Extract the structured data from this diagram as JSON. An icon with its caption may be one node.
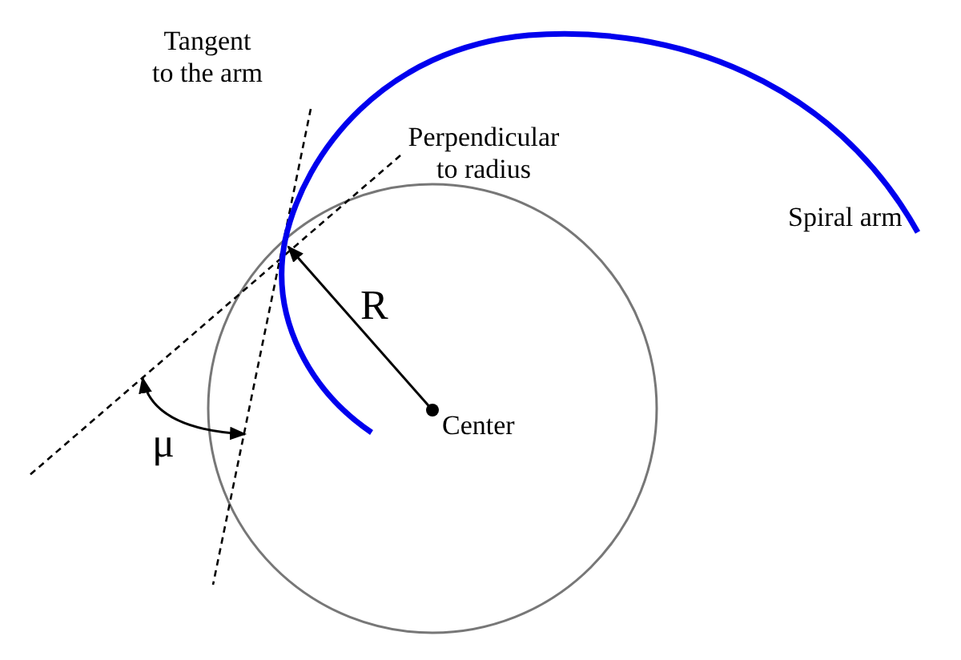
{
  "diagram": {
    "labels": [
      "Tangent to the arm",
      "Perpendicular to radius",
      "Spiral arm",
      "R",
      "μ",
      "Center"
    ]
  }
}
